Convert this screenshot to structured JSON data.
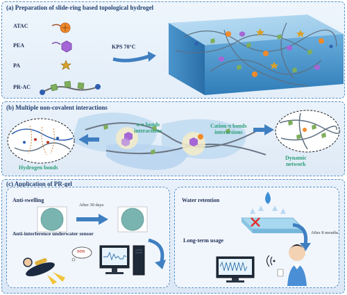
{
  "panel_a": {
    "title": "(a) Preparation of slide-ring based topological hydrogel",
    "legend": [
      {
        "label": "ATAC",
        "icon": "atac-icon"
      },
      {
        "label": "PEA",
        "icon": "pea-icon"
      },
      {
        "label": "PA",
        "icon": "pa-icon"
      },
      {
        "label": "PR-AC",
        "icon": "pr-ac-icon"
      }
    ],
    "condition": "KPS 70°C"
  },
  "panel_b": {
    "title": "(b) Multiple non-covalent interactions",
    "pi_pi": [
      "π-π bonds",
      "interactions"
    ],
    "cation_pi": [
      "Cation-π bonds",
      "interactions"
    ],
    "hydrogen": "Hydrogen bonds",
    "dynamic": [
      "Dynamic",
      "network"
    ]
  },
  "panel_c": {
    "title": "(c) Application of PR-gel",
    "anti_swelling": "Anti-swelling",
    "after_days": "After 30 days",
    "sensor": "Anti-interference underwater sensor",
    "sos": "SOS",
    "water_retention": "Water retention",
    "long_term": "Long-term usage",
    "after_months": "After 8 mouths"
  },
  "colors": {
    "green": "#2a9d77",
    "gel_blue": "#5d9ccf",
    "arrow_blue": "#3f7fc1",
    "title_navy": "#1f3f6e"
  }
}
